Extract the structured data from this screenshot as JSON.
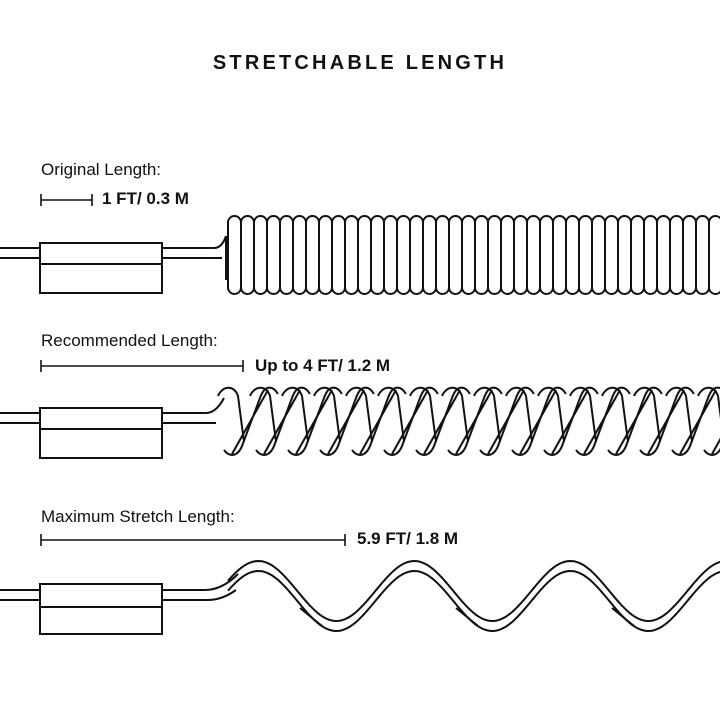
{
  "title": "STRETCHABLE LENGTH",
  "sections": [
    {
      "label": "Original Length:",
      "measure": "1 FT/ 0.3 M"
    },
    {
      "label": "Recommended Length:",
      "measure": "Up to 4 FT/ 1.2 M"
    },
    {
      "label": "Maximum Stretch Length:",
      "measure": "5.9 FT/ 1.8 M"
    }
  ],
  "colors": {
    "ink": "#111111",
    "background": "#ffffff"
  }
}
